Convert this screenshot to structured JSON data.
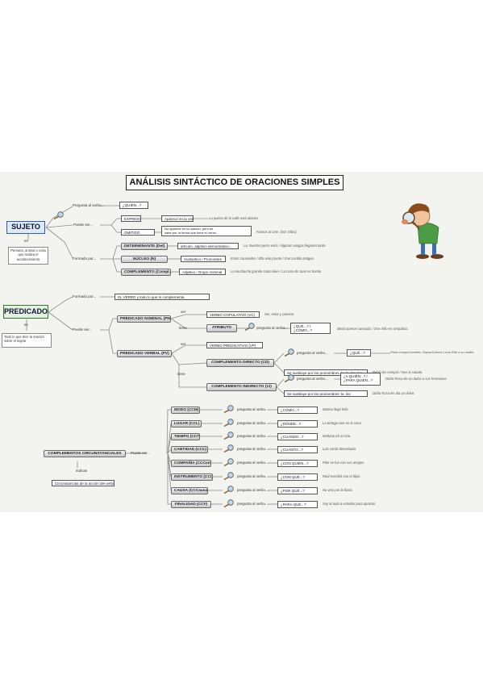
{
  "title": "ANÁLISIS SINTÁCTICO DE ORACIONES SIMPLES",
  "sujeto": {
    "label": "SUJETO",
    "es": "es",
    "definition": "Persona, animal o cosa que realiza el acontecimiento",
    "q_label": "Pregunta al verbo...",
    "q_box": "¿QUIÉN...?",
    "puede_ser": "Puede ser...",
    "expreso": "EXPRESO",
    "expreso_desc": "Aparece en la oración",
    "expreso_ex": "La puerta de la calle está abierta.",
    "omitido": "OMITIDO",
    "omitido_desc": "No aparece en la oración, pero se\nsabe por la forma que tiene el verbo",
    "omitido_ex": "Fuimos al cine. (SO: Ellos)",
    "formado_por": "Formado por...",
    "determinante": "DETERMINANTE (Det)",
    "determinante_desc": "artículo, adjetivo demostrativo...",
    "determinante_ex": "La, Nuestro perro está / Algunas amigas llegaron tarde.",
    "nucleo": "NÚCLEO (N)",
    "nucleo_desc": "Sustantivo / Pronombre",
    "nucleo_ex": "Estos caramelos / Ella vino pronto / Ese castillo antiguo",
    "complemento": "COMPLEMENTO (Compl.)",
    "complemento_desc": "Adjetivo / Grupo nominal",
    "complemento_ex": "La muchacha grande canta bien / La casa de Juan es bonita"
  },
  "predicado": {
    "label": "PREDICADO",
    "es": "es",
    "definition": "Todo lo que dice la oración\nsobre el sujeto",
    "formado_por": "Formado por...",
    "verbo_desc": "EL VERBO y todo lo que lo complementa",
    "puede_ser": "Puede ser...",
    "nominal": "PREDICADO NOMINAL (PN)",
    "nominal_ver": "ver",
    "nominal_verb": "VERBO COPULATIVO (VC)",
    "nominal_verb_ex": "Ser, estar y parecer.",
    "nominal_tiene": "tiene",
    "atributo": "ATRIBUTO",
    "atributo_q": "pregunta al verbo...",
    "atributo_box": "¿QUÉ...? / ¿CÓMO...?",
    "atributo_ex": "María parece cansada. / Ese niño es simpático.",
    "verbal": "PREDICADO VERBAL (PV)",
    "verbal_ver": "ver",
    "verbal_verb": "VERBO PREDICATIVO (VP)",
    "verbal_tiene": "tiene",
    "cd": "COMPLEMENTO DIRECTO (CD)",
    "cd_q": "pregunta al verbo...",
    "cd_box": "¿QUÉ...?",
    "cd_ex": "Pablo compró tomates. Rayas/Dulces/ Lucía Ella/ a su madre.",
    "cd_sust": "Se sustituye por los pronombres: lo, la, los, las",
    "cd_sust_ex": "Pablo los compró / Nos la saluda.",
    "ci": "COMPLEMENTO INDIRECTO (CI)",
    "ci_q": "pregunta al verbo...",
    "ci_box": "¿A QUIÉN...? / ¿PARA QUIÉN...?",
    "ci_ex": "Doña Rosa dio un dulce a sus hermanos.",
    "ci_sust": "Se sustituye por los pronombres: le, les",
    "ci_sust_ex": "Doña Rosa les dio un dulce."
  },
  "cc": {
    "label": "COMPLEMENTOS CIRCUNSTANCIALES",
    "puede_ser": "Puede ser...",
    "indican": "indican",
    "indican_desc": "Circunstancias de la acción del verbo.",
    "items": [
      {
        "name": "MODO (CCM)",
        "q": "pregunta al verbo...",
        "box": "¿CÓMO...?",
        "ex": "Marina llegó feliz."
      },
      {
        "name": "LUGAR (CCL)",
        "q": "pregunta al verbo...",
        "box": "¿DÓNDE...?",
        "ex": "La tortuga vive en la casa."
      },
      {
        "name": "TIEMPO (CCT)",
        "q": "pregunta al verbo...",
        "box": "¿CUÁNDO...?",
        "ex": "Mañana iré al cine."
      },
      {
        "name": "CANTIDAD (CCC)",
        "q": "pregunta al verbo...",
        "box": "¿CUÁNTO...?",
        "ex": "Luis corrió demasiado."
      },
      {
        "name": "COMPAÑÍA (CCCom)",
        "q": "pregunta al verbo...",
        "box": "¿CON QUIÉN...?",
        "ex": "Pilar se fue con sus amigos."
      },
      {
        "name": "INSTRUMENTO (CCI)",
        "q": "pregunta al verbo...",
        "box": "¿CON QUÉ...?",
        "ex": "Raúl escribió con el lápiz."
      },
      {
        "name": "CAUSA (CCCausa)",
        "q": "pregunta al verbo...",
        "box": "¿POR QUÉ...?",
        "ex": "No vino por la lluvia."
      },
      {
        "name": "FINALIDAD (CCF)",
        "q": "pregunta al verbo...",
        "box": "¿PARA QUÉ...?",
        "ex": "Voy al aula a estudiar para aprobar."
      }
    ]
  },
  "colors": {
    "sujeto_fill": "#dfeaf8",
    "sujeto_border": "#2c5db5",
    "predicado_fill": "#e3f2e0",
    "predicado_border": "#2c7a2a",
    "line": "#8a8a8a"
  },
  "icons": [
    "magnifier-icon",
    "cartoon-detective-illustration"
  ]
}
